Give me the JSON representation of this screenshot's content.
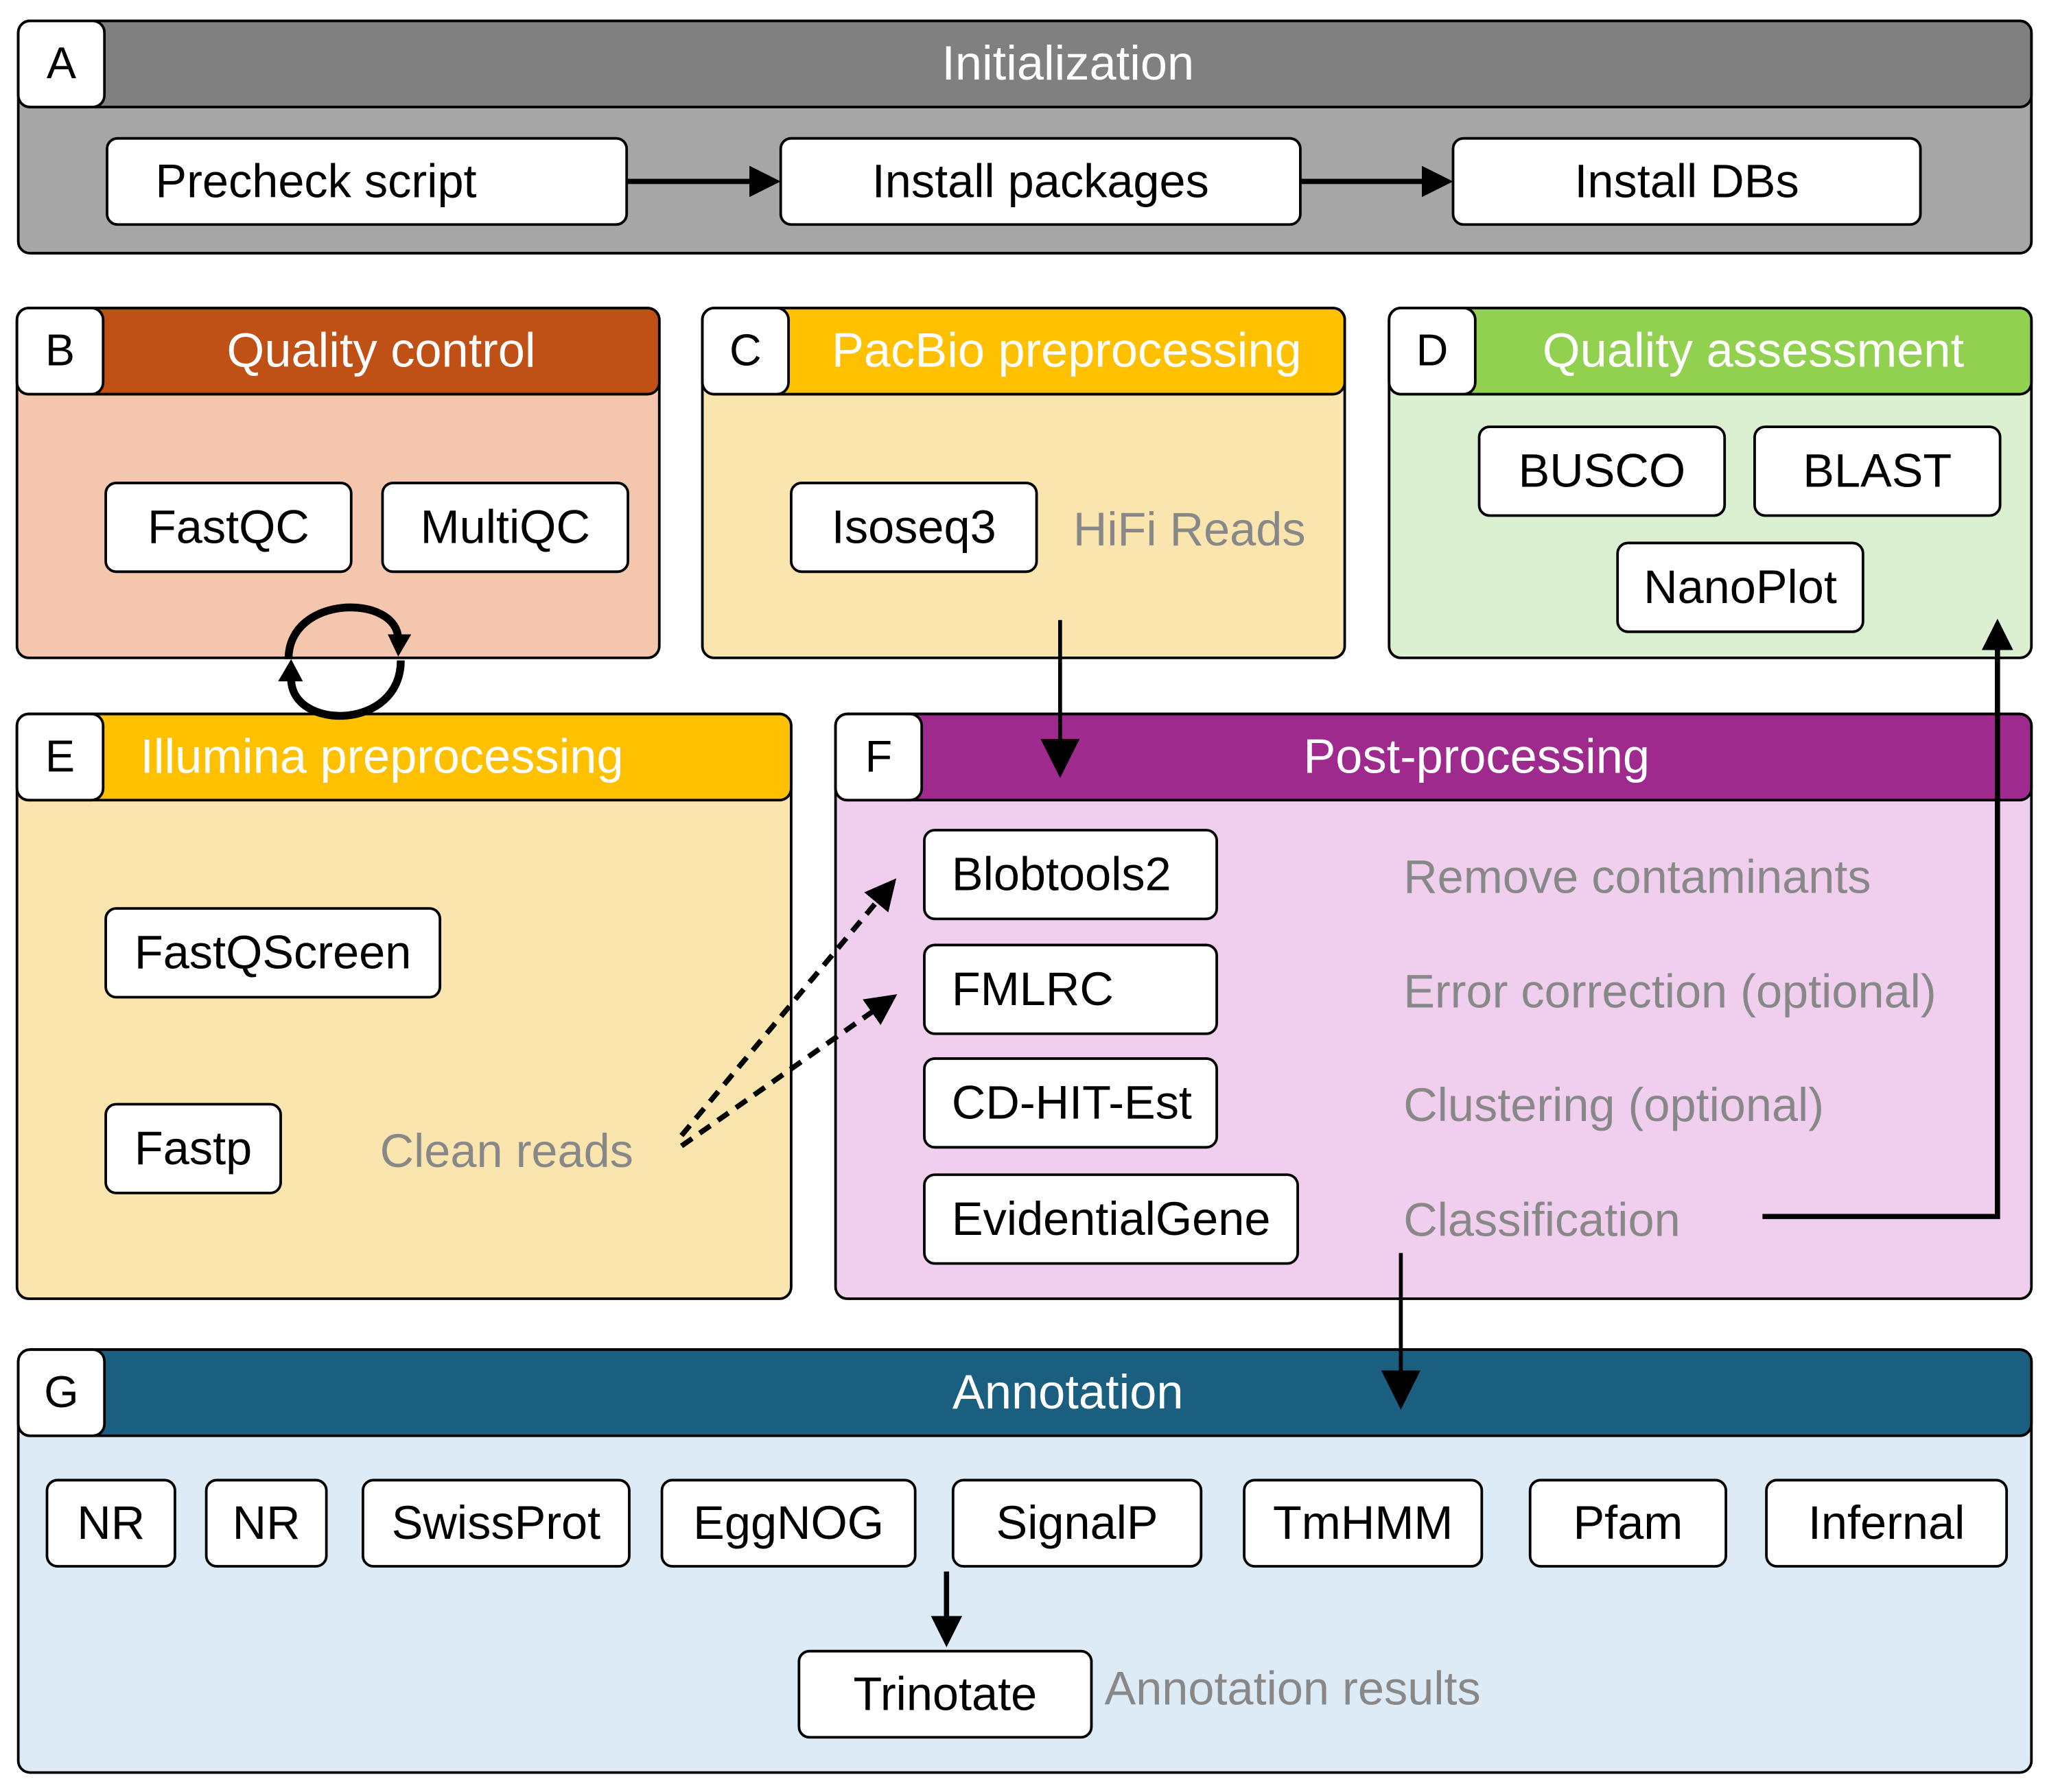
{
  "panels": {
    "A": {
      "letter": "A",
      "title": "Initialization",
      "header_color": "#808080",
      "body_color": "#a6a6a6",
      "steps": [
        "Precheck script",
        "Install packages",
        "Install DBs"
      ]
    },
    "B": {
      "letter": "B",
      "title": "Quality control",
      "header_color": "#BF5016",
      "body_color": "#F4C6AD",
      "tools": [
        "FastQC",
        "MultiQC"
      ]
    },
    "C": {
      "letter": "C",
      "title": "PacBio preprocessing",
      "header_color": "#FFC000",
      "body_color": "#FAE5AE",
      "tools": [
        "Isoseq3"
      ],
      "note": "HiFi Reads"
    },
    "D": {
      "letter": "D",
      "title": "Quality assessment",
      "header_color": "#92D050",
      "body_color": "#DAF0D0",
      "tools": [
        "BUSCO",
        "BLAST",
        "NanoPlot"
      ]
    },
    "E": {
      "letter": "E",
      "title": "Illumina preprocessing",
      "header_color": "#FFC000",
      "body_color": "#FAE5AE",
      "tools": [
        "FastQScreen",
        "Fastp"
      ],
      "note": "Clean reads"
    },
    "F": {
      "letter": "F",
      "title": "Post-processing",
      "header_color": "#9E2A8E",
      "body_color": "#F0CFEE",
      "tools": [
        "Blobtools2",
        "FMLRC",
        "CD-HIT-Est",
        "EvidentialGene"
      ],
      "notes": [
        "Remove contaminants",
        "Error correction (optional)",
        "Clustering (optional)",
        "Classification"
      ]
    },
    "G": {
      "letter": "G",
      "title": "Annotation",
      "header_color": "#1A5F80",
      "body_color": "#DDEBF7",
      "tools": [
        "NR",
        "NR",
        "SwissProt",
        "EggNOG",
        "SignalP",
        "TmHMM",
        "Pfam",
        "Infernal"
      ],
      "result_tool": "Trinotate",
      "note": "Annotation results"
    }
  }
}
